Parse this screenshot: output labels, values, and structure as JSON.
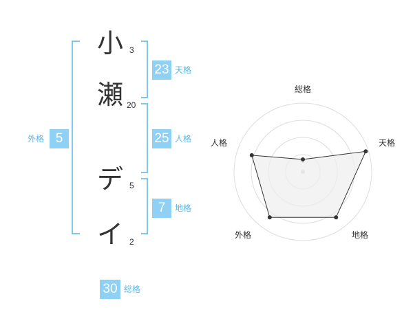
{
  "name": {
    "characters": [
      {
        "char": "小",
        "strokes": "3"
      },
      {
        "char": "瀬",
        "strokes": "20"
      },
      {
        "char": "デ",
        "strokes": "5"
      },
      {
        "char": "イ",
        "strokes": "2"
      }
    ]
  },
  "fortune": {
    "tenkaku": {
      "value": "23",
      "label": "天格"
    },
    "jinkaku": {
      "value": "25",
      "label": "人格"
    },
    "chikaku": {
      "value": "7",
      "label": "地格"
    },
    "gaikaku": {
      "value": "5",
      "label": "外格"
    },
    "soukaku": {
      "value": "30",
      "label": "総格"
    }
  },
  "chart_data": {
    "type": "radar",
    "axes": [
      "総格",
      "天格",
      "地格",
      "外格",
      "人格"
    ],
    "values": [
      0.18,
      0.96,
      0.82,
      0.82,
      0.78
    ],
    "range": [
      0,
      1
    ],
    "rings": 4,
    "grid": true
  },
  "colors": {
    "accent": "#8fd0f5",
    "bracket": "#7fc6ee",
    "label": "#5bb8ea",
    "radar_fill": "#eeeeee",
    "radar_line": "#333333",
    "grid_line": "#dddddd"
  }
}
